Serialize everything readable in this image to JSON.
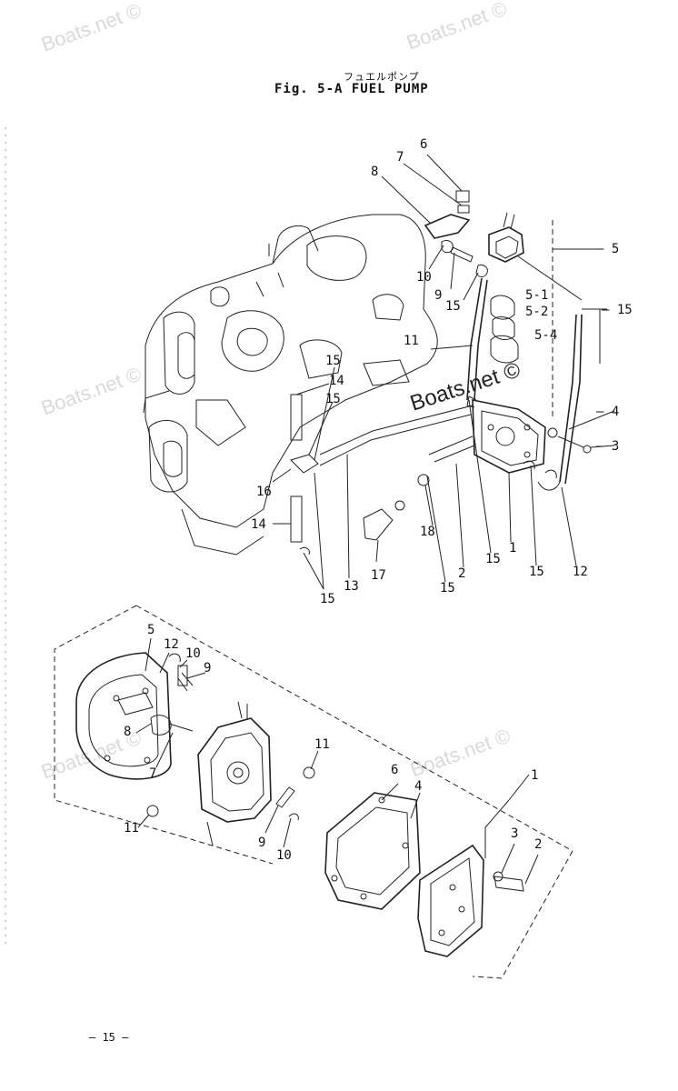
{
  "header": {
    "subtitle_jp": "フュエルポンプ",
    "title": "Fig. 5-A   FUEL  PUMP"
  },
  "watermarks": {
    "text": "Boats.net ©"
  },
  "page_number": "– 15 –",
  "callouts_top": [
    {
      "id": "c-6",
      "label": "6"
    },
    {
      "id": "c-7",
      "label": "7"
    },
    {
      "id": "c-8",
      "label": "8"
    },
    {
      "id": "c-5",
      "label": "— 5"
    },
    {
      "id": "c-10a",
      "label": "10"
    },
    {
      "id": "c-9a",
      "label": "9"
    },
    {
      "id": "c-15a",
      "label": "15"
    },
    {
      "id": "c-5-1",
      "label": "5-1"
    },
    {
      "id": "c-5-2",
      "label": "5-2"
    },
    {
      "id": "c-5-4",
      "label": "5-4"
    },
    {
      "id": "c-15b",
      "label": "— 15"
    },
    {
      "id": "c-11a",
      "label": "11"
    },
    {
      "id": "c-15c",
      "label": "15"
    },
    {
      "id": "c-14a",
      "label": "14"
    },
    {
      "id": "c-15d",
      "label": "15"
    },
    {
      "id": "c-4",
      "label": "— 4"
    },
    {
      "id": "c-3",
      "label": "— 3"
    },
    {
      "id": "c-16",
      "label": "16"
    },
    {
      "id": "c-14b",
      "label": "14"
    },
    {
      "id": "c-18",
      "label": "18"
    },
    {
      "id": "c-17",
      "label": "17"
    },
    {
      "id": "c-13",
      "label": "13"
    },
    {
      "id": "c-15e",
      "label": "15"
    },
    {
      "id": "c-2a",
      "label": "2"
    },
    {
      "id": "c-15f",
      "label": "15"
    },
    {
      "id": "c-15g",
      "label": "15"
    },
    {
      "id": "c-1a",
      "label": "1"
    },
    {
      "id": "c-15h",
      "label": "15"
    },
    {
      "id": "c-12a",
      "label": "12"
    }
  ],
  "callouts_bottom": [
    {
      "id": "d-5",
      "label": "5"
    },
    {
      "id": "d-12",
      "label": "12"
    },
    {
      "id": "d-10a",
      "label": "10"
    },
    {
      "id": "d-9a",
      "label": "9"
    },
    {
      "id": "d-8",
      "label": "8"
    },
    {
      "id": "d-7",
      "label": "7"
    },
    {
      "id": "d-11a",
      "label": "11"
    },
    {
      "id": "d-11b",
      "label": "11"
    },
    {
      "id": "d-6",
      "label": "6"
    },
    {
      "id": "d-1",
      "label": "1"
    },
    {
      "id": "d-4",
      "label": "4"
    },
    {
      "id": "d-9b",
      "label": "9"
    },
    {
      "id": "d-10b",
      "label": "10"
    },
    {
      "id": "d-3",
      "label": "3"
    },
    {
      "id": "d-2",
      "label": "2"
    }
  ]
}
